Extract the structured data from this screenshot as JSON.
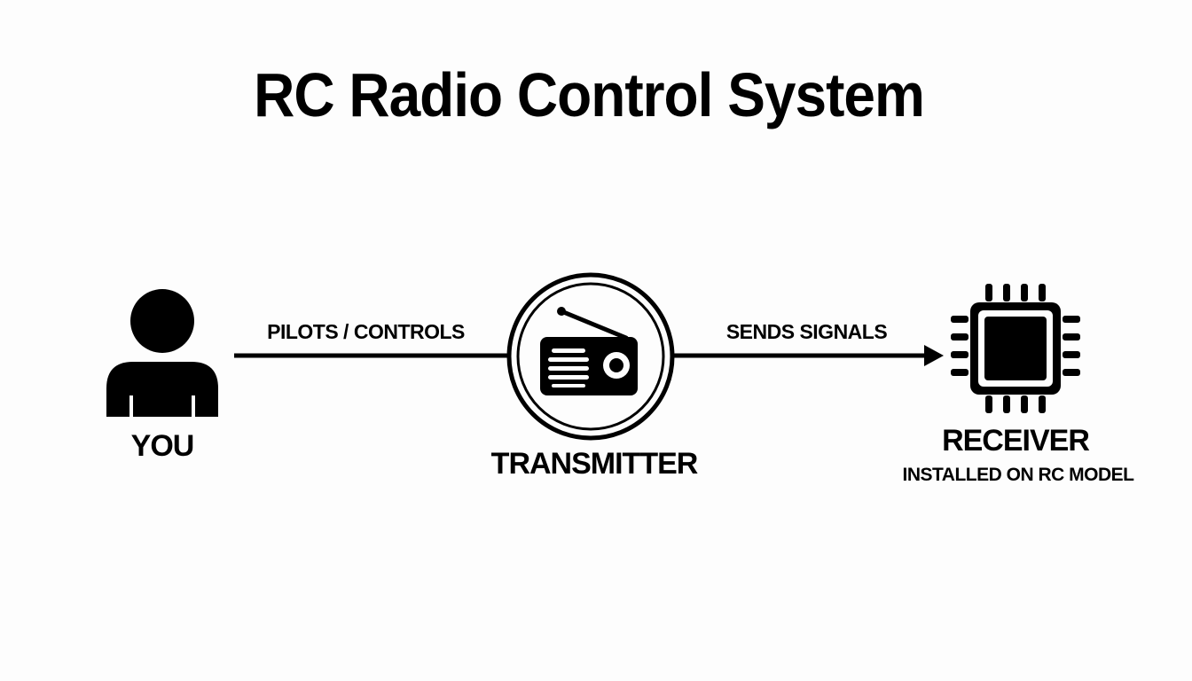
{
  "title": "RC Radio Control System",
  "nodes": {
    "you": {
      "label": "YOU",
      "icon": "person-icon"
    },
    "transmitter": {
      "label": "TRANSMITTER",
      "icon": "radio-icon"
    },
    "receiver": {
      "label": "RECEIVER",
      "sublabel": "INSTALLED ON RC MODEL",
      "icon": "chip-icon"
    }
  },
  "edges": [
    {
      "from": "you",
      "to": "transmitter",
      "label": "PILOTS / CONTROLS"
    },
    {
      "from": "transmitter",
      "to": "receiver",
      "label": "SENDS SIGNALS"
    }
  ],
  "colors": {
    "ink": "#000000",
    "background": "#fdfdfd"
  }
}
